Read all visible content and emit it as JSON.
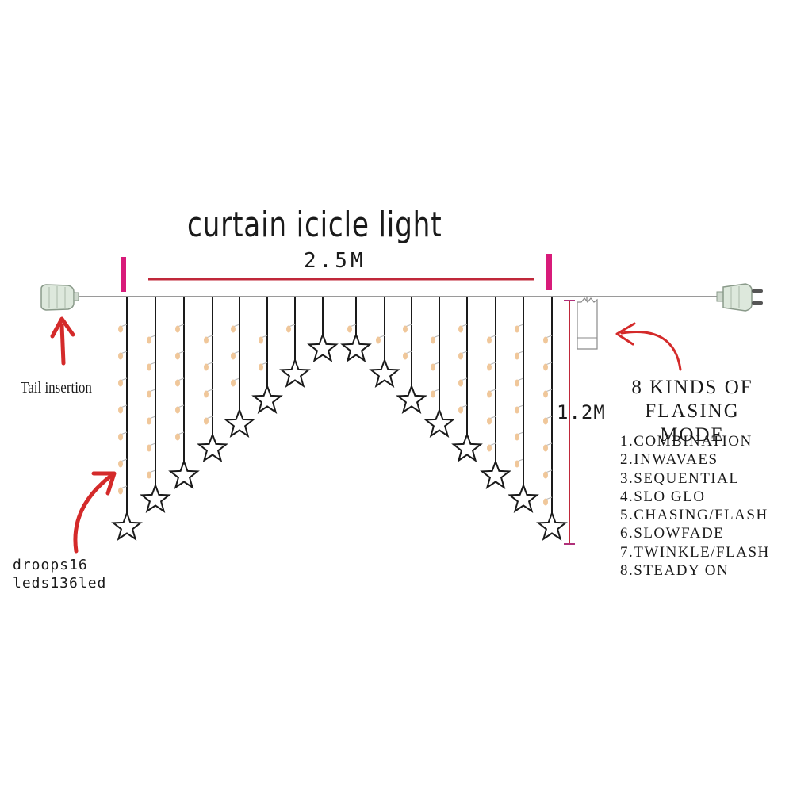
{
  "title": "curtain icicle light",
  "width_label": "2.5M",
  "height_label": "1.2M",
  "tail_label": "Tail insertion",
  "droops_label": "droops16",
  "leds_label": "leds136led",
  "modes_title": "8 KINDS OF FLASING MODE",
  "modes": [
    "1.COMBINATION",
    "2.INWAVAES",
    "3.SEQUENTIAL",
    "4.SLO GLO",
    "5.CHASING/FLASH",
    "6.SLOWFADE",
    "7.TWINKLE/FLASH",
    "8.STEADY ON"
  ],
  "colors": {
    "wire": "#9a9a9a",
    "strand": "#1a1a1a",
    "dimension_line": "#c0283a",
    "marker": "#d81b7a",
    "arrow": "#d42a2a",
    "led_bulb": "#f0c79a",
    "plug": "#dde8dc"
  },
  "icons": [
    "tail-plug-icon",
    "power-plug-icon",
    "controller-icon",
    "star-icon",
    "led-bulb-icon",
    "arrow-icon"
  ]
}
